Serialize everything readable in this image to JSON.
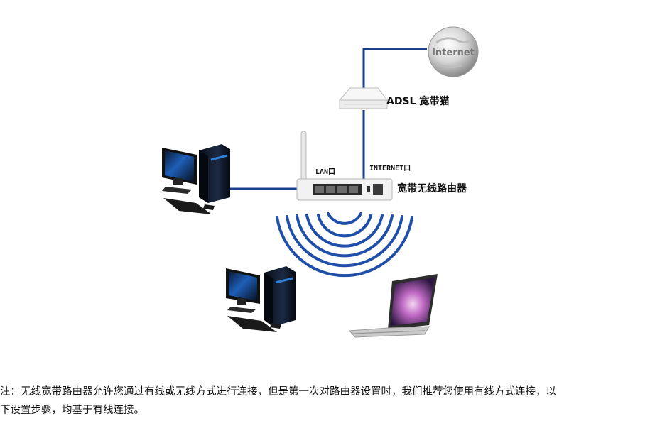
{
  "diagram": {
    "globe_label": "Internet",
    "modem_label": "ADSL 宽带猫",
    "router_label": "宽带无线路由器",
    "lan_port_label": "LAN口",
    "internet_port_label": "INTERNET口"
  },
  "note": {
    "line1": "注：无线宽带路由器允许您通过有线或无线方式进行连接，但是第一次对路由器设置时，我们推荐您使用有线方式连接，以",
    "line2": "下设置步骤，均基于有线连接。"
  },
  "colors": {
    "cable": "#1c3f8c",
    "wifi": "#1f4fa8",
    "monitor_glow": "#2e7fd6",
    "device_body": "#f2f2f2"
  }
}
